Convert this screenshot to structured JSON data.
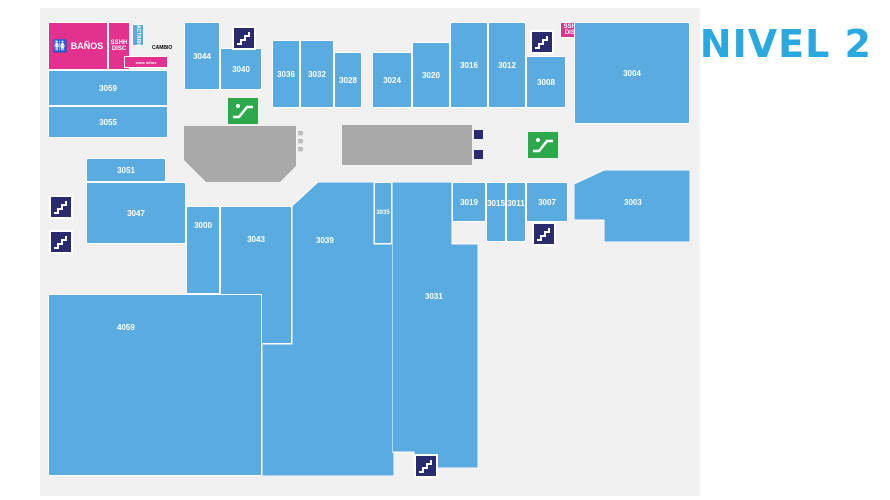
{
  "title": "NIVEL 2",
  "facilities": {
    "banos": "BAÑOS",
    "sshh_disc": "SSHH DISC",
    "sshh_disc_2": "SSHH DISC",
    "lactario": "LACTARIO",
    "cambio": "CAMBIO",
    "zona_ninos": "zona niños"
  },
  "stores": {
    "s3059": "3059",
    "s3055": "3055",
    "s3051": "3051",
    "s3047": "3047",
    "s3044": "3044",
    "s3040": "3040",
    "s3036": "3036",
    "s3032": "3032",
    "s3028": "3028",
    "s3024": "3024",
    "s3020": "3020",
    "s3016": "3016",
    "s3012": "3012",
    "s3008": "3008",
    "s3004": "3004",
    "s3000": "3000",
    "s3043": "3043",
    "s3039": "3039",
    "s3035": "3035",
    "s3031": "3031",
    "s3019": "3019",
    "s3015": "3015",
    "s3011": "3011",
    "s3007": "3007",
    "s3003": "3003",
    "s4059": "4059"
  },
  "colors": {
    "store": "#5aace0",
    "facility": "#e2318e",
    "title": "#2aa8e0",
    "escalator": "#2ea84c",
    "stairs": "#2a2a6e"
  },
  "icons": [
    "stairs-icon",
    "escalator-icon",
    "elevator-icon",
    "restroom-icon"
  ]
}
